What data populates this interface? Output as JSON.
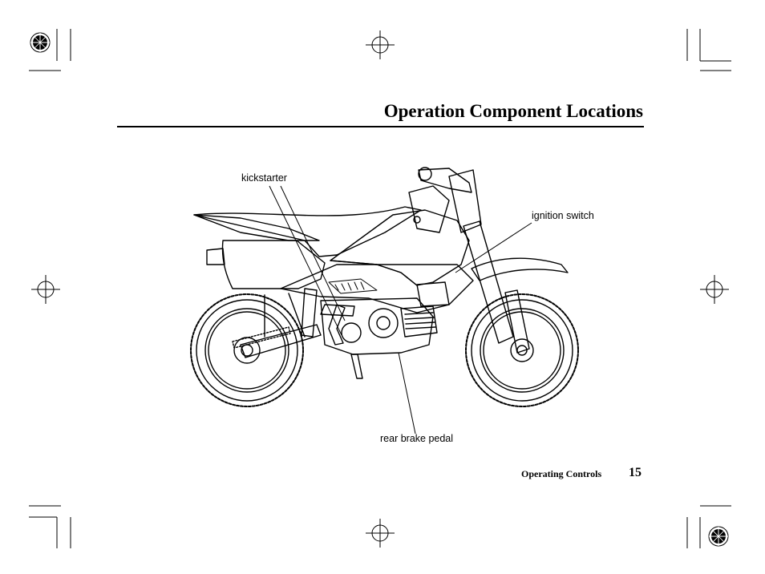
{
  "page": {
    "title": "Operation Component Locations",
    "footer": {
      "section": "Operating Controls",
      "page_number": "15"
    }
  },
  "callouts": {
    "kickstarter": "kickstarter",
    "ignition_switch": "ignition switch",
    "rear_brake_pedal": "rear brake pedal"
  },
  "illustration": {
    "subject-icon": "dirt-bike-side-view-icon"
  }
}
